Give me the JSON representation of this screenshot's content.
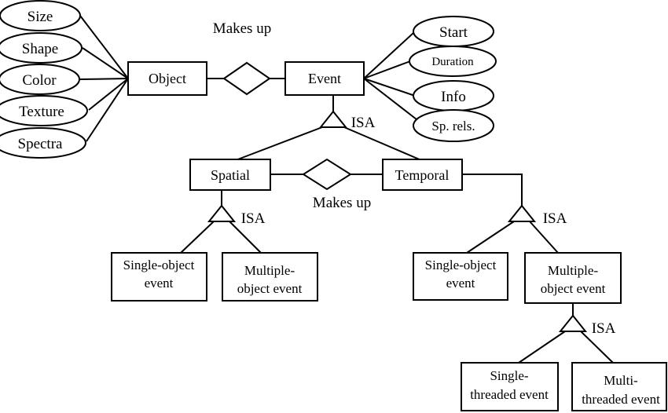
{
  "relationships": {
    "top_label": "Makes up",
    "middle_label": "Makes up"
  },
  "entities": {
    "object": "Object",
    "event": "Event",
    "spatial": "Spatial",
    "temporal": "Temporal",
    "spatial_single": [
      "Single-object",
      "event"
    ],
    "spatial_multiple": [
      "Multiple-",
      "object event"
    ],
    "temporal_single": [
      "Single-object",
      "event"
    ],
    "temporal_multiple": [
      "Multiple-",
      "object event"
    ],
    "single_threaded": [
      "Single-",
      "threaded event"
    ],
    "multi_threaded": [
      "Multi-",
      "threaded event"
    ]
  },
  "object_attributes": [
    "Size",
    "Shape",
    "Color",
    "Texture",
    "Spectra"
  ],
  "event_attributes": [
    "Start",
    "Duration",
    "Info",
    "Sp. rels."
  ],
  "isa_label": "ISA"
}
